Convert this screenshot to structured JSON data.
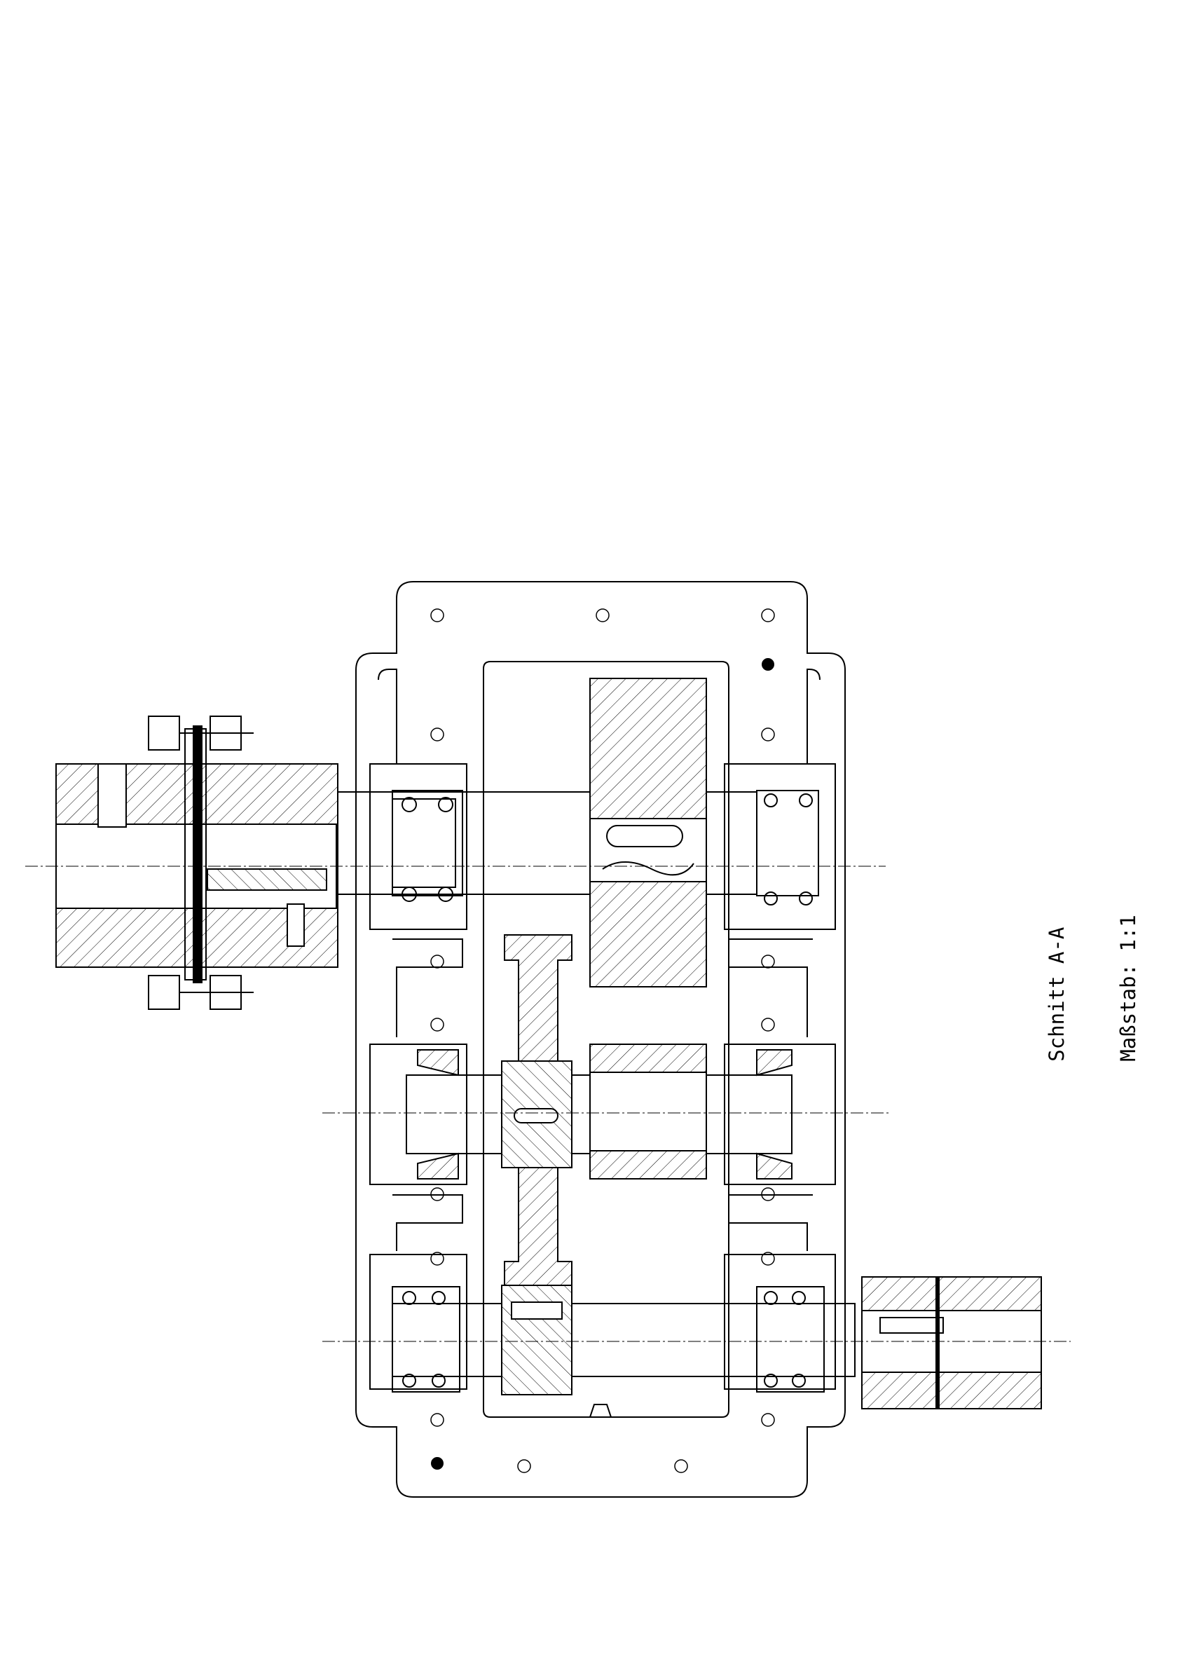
{
  "drawing": {
    "view_title": "Schnitt A-A",
    "scale_label": "Maßstab: 1:1",
    "line_color": "#000000",
    "background": "#ffffff",
    "hatch": "diagonal-45deg"
  }
}
